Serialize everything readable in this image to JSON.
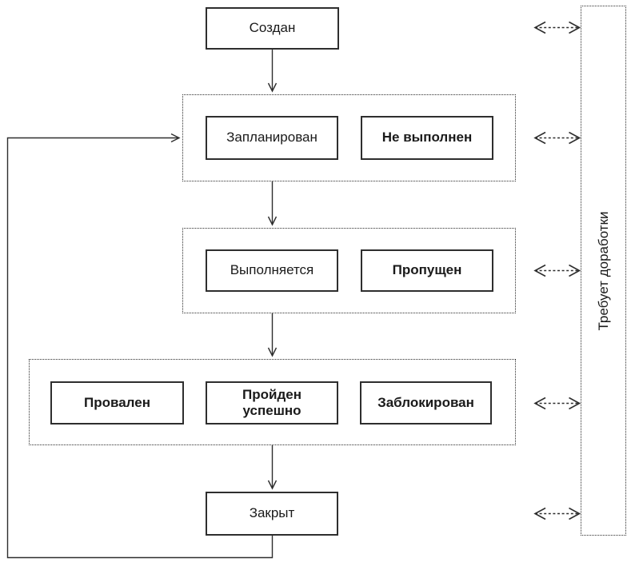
{
  "colors": {
    "stroke": "#2e2e2e",
    "canvas": "#ffffff",
    "node_fill": "#ffffff"
  },
  "nodes": {
    "created": {
      "label": "Создан"
    },
    "planned": {
      "label": "Запланирован"
    },
    "not_executed": {
      "label": "Не выполнен"
    },
    "in_progress": {
      "label": "Выполняется"
    },
    "skipped": {
      "label": "Пропущен"
    },
    "failed": {
      "label": "Провален"
    },
    "passed": {
      "label": "Пройден успешно"
    },
    "blocked": {
      "label": "Заблокирован"
    },
    "closed": {
      "label": "Закрыт"
    },
    "rework": {
      "label": "Требует доработки"
    }
  },
  "edges": [
    {
      "from": "created",
      "to": "planned-group",
      "type": "solid-arrow"
    },
    {
      "from": "planned-group",
      "to": "executing-group",
      "type": "solid-arrow"
    },
    {
      "from": "executing-group",
      "to": "result-group",
      "type": "solid-arrow"
    },
    {
      "from": "result-group",
      "to": "closed",
      "type": "solid-arrow"
    },
    {
      "from": "closed",
      "to": "planned-group",
      "type": "solid-arrow-loop"
    },
    {
      "from": "created",
      "to": "rework",
      "type": "dashed-double-arrow"
    },
    {
      "from": "planned-group",
      "to": "rework",
      "type": "dashed-double-arrow"
    },
    {
      "from": "executing-group",
      "to": "rework",
      "type": "dashed-double-arrow"
    },
    {
      "from": "result-group",
      "to": "rework",
      "type": "dashed-double-arrow"
    },
    {
      "from": "closed",
      "to": "rework",
      "type": "dashed-double-arrow"
    }
  ]
}
